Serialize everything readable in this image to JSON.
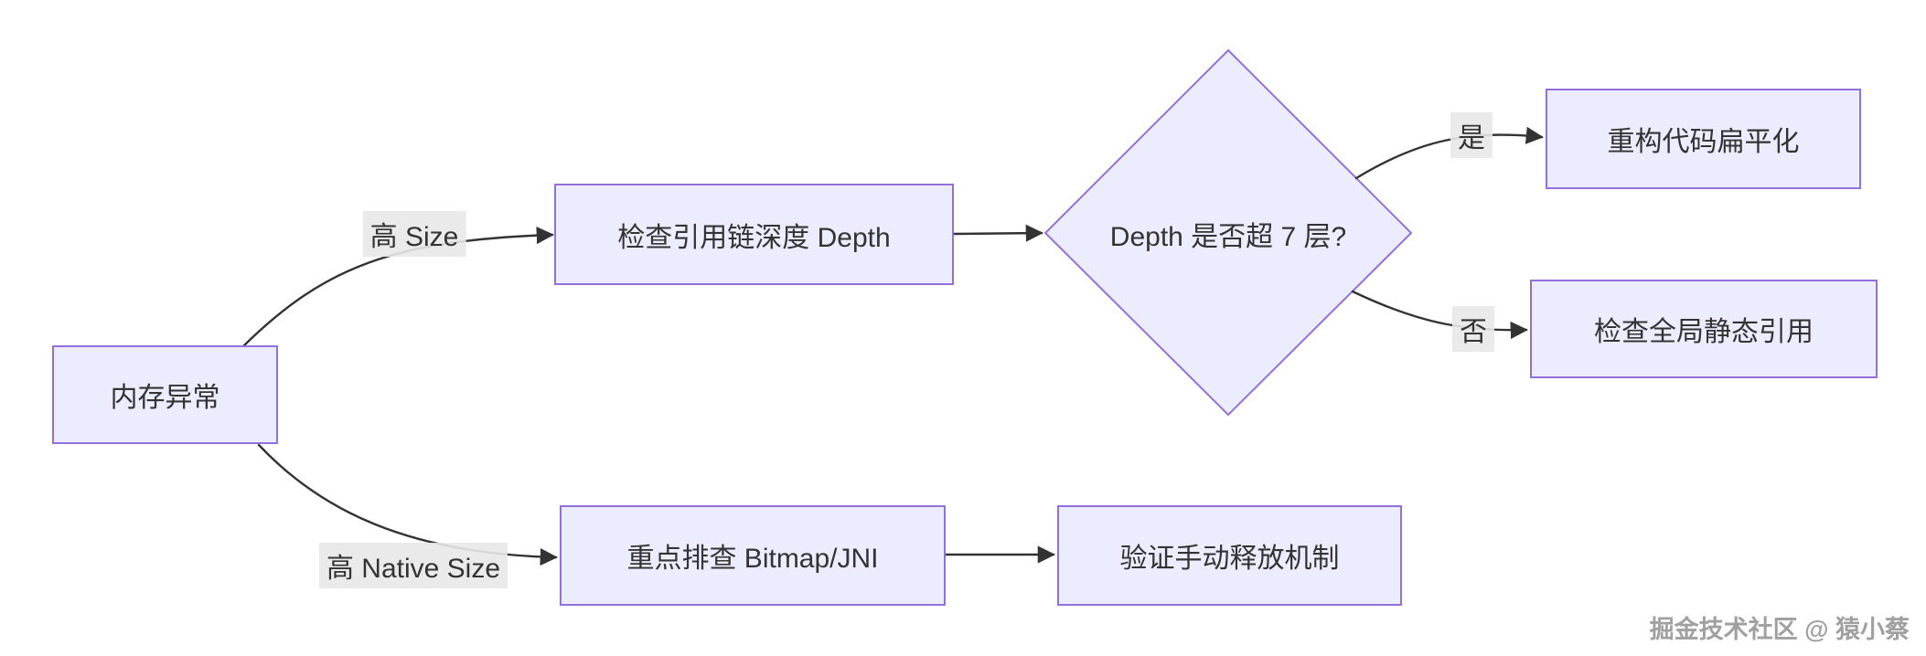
{
  "diagram": {
    "nodes": {
      "memory": {
        "label": "内存异常"
      },
      "depth_check": {
        "label": "检查引用链深度 Depth"
      },
      "decision": {
        "label": "Depth 是否超 7 层?"
      },
      "flatten": {
        "label": "重构代码扁平化"
      },
      "global_static": {
        "label": "检查全局静态引用"
      },
      "bitmap_jni": {
        "label": "重点排查 Bitmap/JNI"
      },
      "manual_release": {
        "label": "验证手动释放机制"
      }
    },
    "edge_labels": {
      "high_size": "高 Size",
      "high_native_size": "高 Native Size",
      "yes": "是",
      "no": "否"
    },
    "colors": {
      "node_fill": "#ECECFF",
      "node_border": "#9370DB",
      "edge_stroke": "#333333",
      "edge_label_bg": "#e8e8e8",
      "text": "#333333",
      "watermark": "#a0a0a0"
    },
    "watermark": "掘金技术社区 @ 猿小蔡"
  }
}
